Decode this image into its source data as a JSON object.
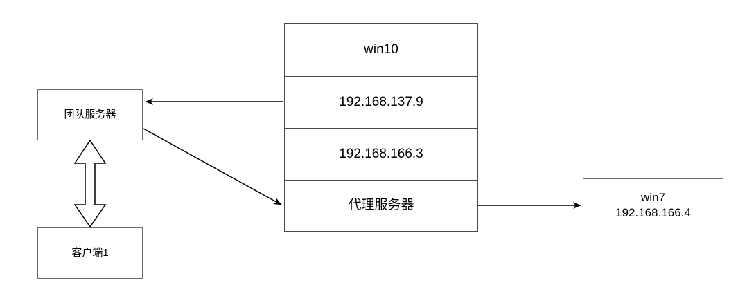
{
  "diagram": {
    "type": "network-topology",
    "background_color": "#ffffff",
    "line_color": "#4a4a4a",
    "text_color": "#000000",
    "nodes": {
      "team_server": {
        "label": "团队服务器"
      },
      "client": {
        "label": "客户端1"
      },
      "win10": {
        "rows": [
          {
            "label": "win10"
          },
          {
            "label": "192.168.137.9"
          },
          {
            "label": "192.168.166.3"
          },
          {
            "label": "代理服务器"
          }
        ]
      },
      "win7": {
        "title": "win7",
        "ip": "192.168.166.4"
      }
    },
    "connections": [
      {
        "id": "win10-ip137-to-team-server",
        "from": "192.168.137.9",
        "to": "团队服务器",
        "style": "solid-arrow",
        "direction": "left"
      },
      {
        "id": "team-server-to-proxy",
        "from": "团队服务器",
        "to": "代理服务器",
        "style": "solid-arrow-diagonal",
        "direction": "right-down"
      },
      {
        "id": "team-server-client-link",
        "from": "团队服务器",
        "to": "客户端1",
        "style": "hollow-block-arrow",
        "direction": "bidirectional"
      },
      {
        "id": "proxy-to-win7",
        "from": "代理服务器",
        "to": "win7",
        "style": "solid-arrow",
        "direction": "right"
      }
    ]
  }
}
